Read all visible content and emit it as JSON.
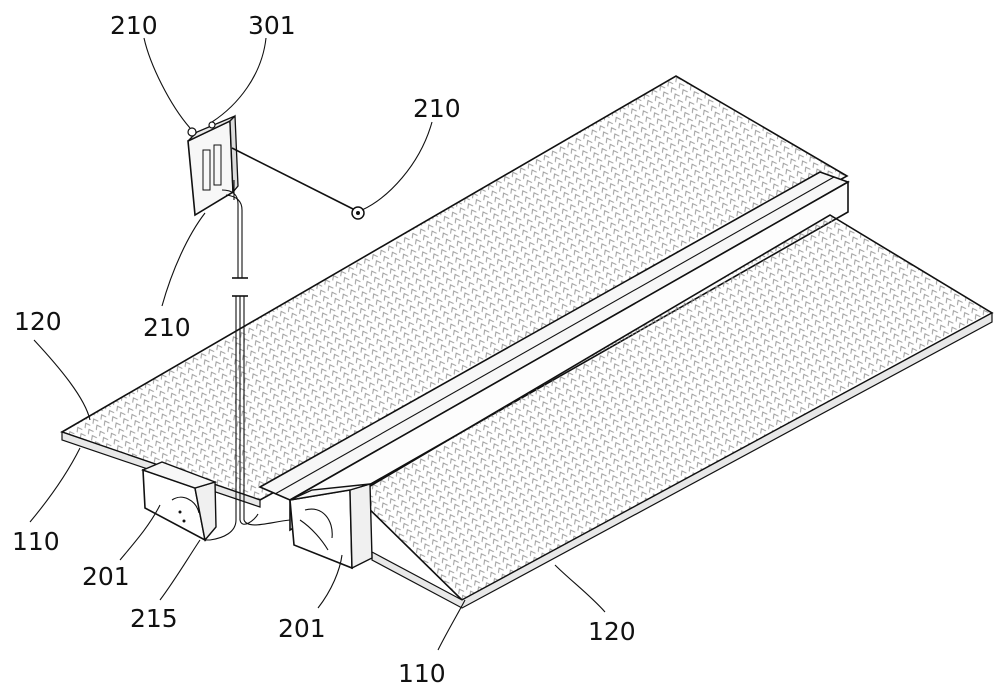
{
  "labels": {
    "top_left_210": "210",
    "top_301": "301",
    "right_210": "210",
    "mid_210": "210",
    "left_120": "120",
    "left_110": "110",
    "left_201": "201",
    "bottom_215": "215",
    "bottom_201": "201",
    "bottom_110": "110",
    "bottom_120": "120"
  },
  "colors": {
    "line": "#111111",
    "background": "#ffffff",
    "texture": "#b5b5b5",
    "face": "#f4f4f4"
  }
}
